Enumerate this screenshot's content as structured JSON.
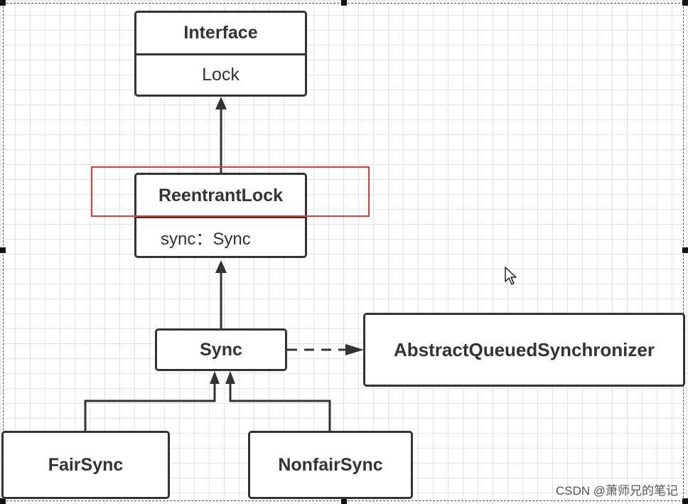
{
  "diagram": {
    "classes": {
      "lock": {
        "stereotype": "Interface",
        "name": "Lock"
      },
      "reentrant_lock": {
        "name": "ReentrantLock",
        "field": "sync：Sync"
      },
      "sync": {
        "name": "Sync"
      },
      "aqs": {
        "name": "AbstractQueuedSynchronizer"
      },
      "fair_sync": {
        "name": "FairSync"
      },
      "nonfair_sync": {
        "name": "NonfairSync"
      }
    },
    "relations": [
      {
        "from": "reentrant_lock",
        "to": "lock",
        "type": "realization-arrow"
      },
      {
        "from": "sync",
        "to": "reentrant_lock",
        "type": "arrow"
      },
      {
        "from": "sync",
        "to": "aqs",
        "type": "dashed-arrow"
      },
      {
        "from": "fair_sync",
        "to": "sync",
        "type": "arrow"
      },
      {
        "from": "nonfair_sync",
        "to": "sync",
        "type": "arrow"
      }
    ],
    "highlight_color": "#e53935",
    "line_color": "#333333"
  },
  "watermark": "CSDN @萧师兄的笔记"
}
